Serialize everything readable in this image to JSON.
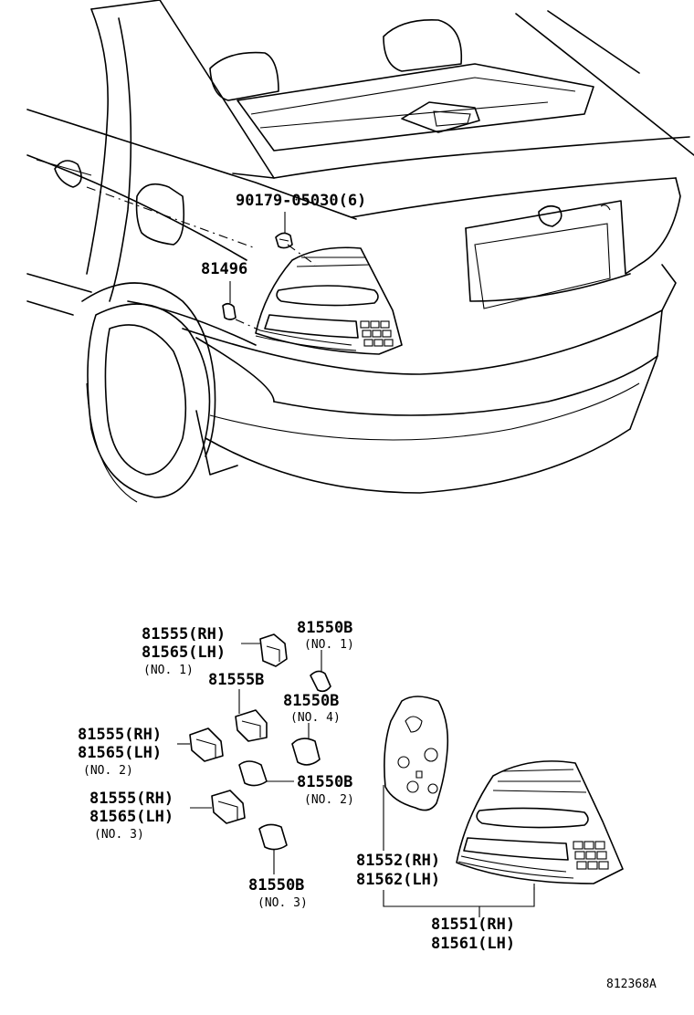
{
  "labels": {
    "screw": "90179-05030(6)",
    "clip": "81496",
    "socket_rh_no1": "81555(RH)",
    "socket_lh_no1": "81565(LH)",
    "socket_no1_note": "(NO. 1)",
    "bulb_no1": "81550B",
    "bulb_no1_note": "(NO. 1)",
    "socket_b": "81555B",
    "bulb_no4": "81550B",
    "bulb_no4_note": "(NO. 4)",
    "socket_rh_no2": "81555(RH)",
    "socket_lh_no2": "81565(LH)",
    "socket_no2_note": "(NO. 2)",
    "bulb_no2": "81550B",
    "bulb_no2_note": "(NO. 2)",
    "socket_rh_no3": "81555(RH)",
    "socket_lh_no3": "81565(LH)",
    "socket_no3_note": "(NO. 3)",
    "bulb_no3": "81550B",
    "bulb_no3_note": "(NO. 3)",
    "gasket_rh": "81552(RH)",
    "gasket_lh": "81562(LH)",
    "lamp_rh": "81551(RH)",
    "lamp_lh": "81561(LH)",
    "figure_ref": "812368A"
  }
}
